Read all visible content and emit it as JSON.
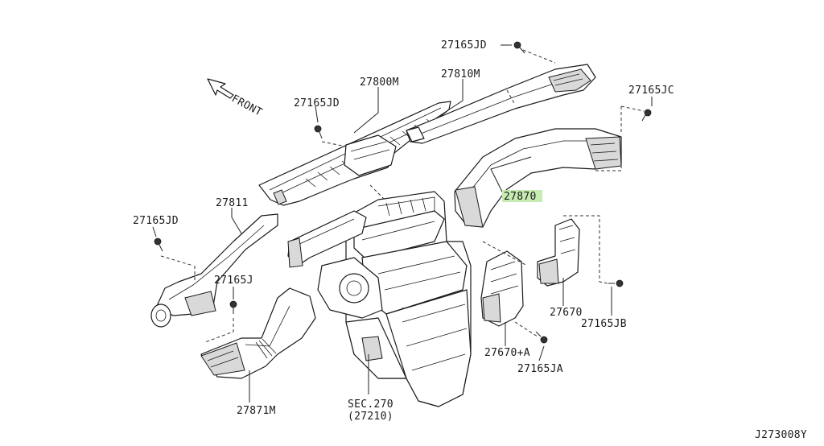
{
  "colors": {
    "highlight": "#c6ecb4",
    "line": "#1a1a1a",
    "background": "#ffffff"
  },
  "front_label": "FRONT",
  "diagram_code": "J273008Y",
  "highlighted_part": "27870",
  "labels": {
    "l27165JD_top": "27165JD",
    "l27810M": "27810M",
    "l27800M": "27800M",
    "l27165JC": "27165JC",
    "l27165JD_left": "27165JD",
    "l27870": "27870",
    "l27811": "27811",
    "l27165JD_low": "27165JD",
    "l27165J": "27165J",
    "l27670": "27670",
    "l27165JB": "27165JB",
    "l27670A": "27670+A",
    "l27165JA": "27165JA",
    "l27871M": "27871M",
    "sec270": "SEC.270",
    "sec27210": "(27210)"
  }
}
